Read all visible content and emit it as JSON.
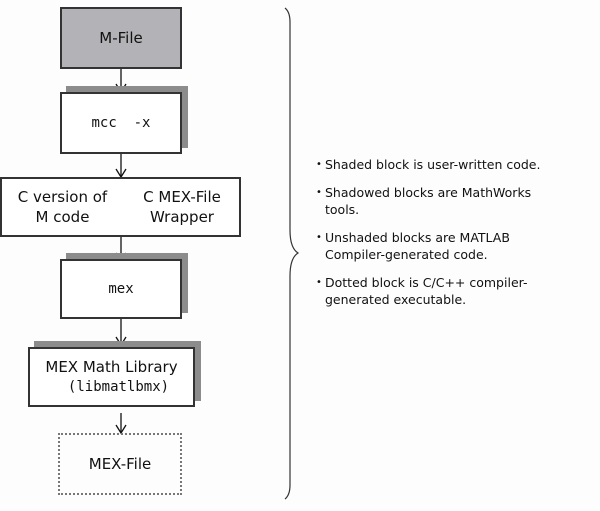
{
  "diagram": {
    "blocks": {
      "m_file": "M-File",
      "mcc": "mcc  -x",
      "c_version_line1": "C version of",
      "c_version_line2": "M code",
      "wrapper_line1": "C MEX-File",
      "wrapper_line2": "Wrapper",
      "mex": "mex",
      "math_lib_line1": "MEX Math Library",
      "math_lib_line2": "(libmatlbmx)",
      "mex_file": "MEX-File"
    },
    "legend": [
      {
        "bullet": "•",
        "text": "Shaded block is user-written code."
      },
      {
        "bullet": "•",
        "text": "Shadowed blocks are MathWorks tools."
      },
      {
        "bullet": "•",
        "text": "Unshaded blocks are MATLAB Compiler-generated code."
      },
      {
        "bullet": "•",
        "text": "Dotted block is C/C++ compiler-generated executable."
      }
    ]
  }
}
